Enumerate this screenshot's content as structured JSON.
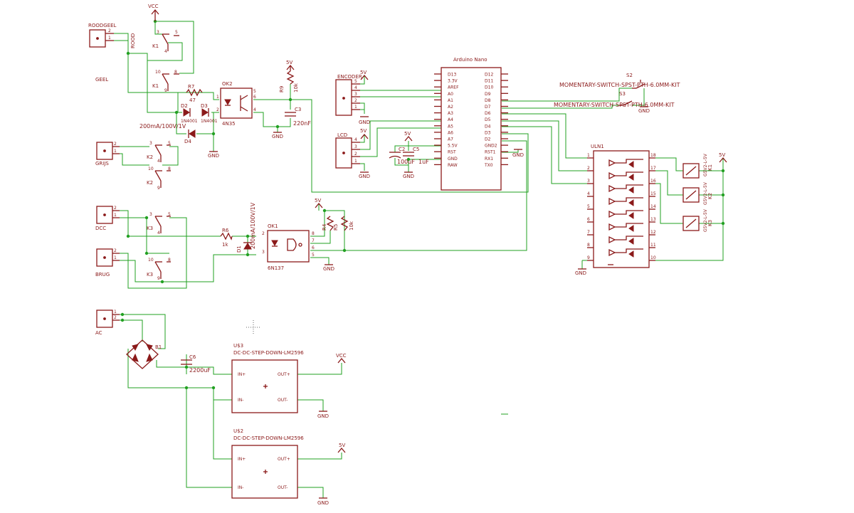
{
  "colors": {
    "part": "#8b1a1a",
    "wire": "#22a022",
    "background": "#ffffff"
  },
  "components": {
    "connectors": [
      {
        "id": "roodgeel",
        "label": "ROODGEEL",
        "pins": [
          "2",
          "1"
        ]
      },
      {
        "id": "grijs",
        "label": "GRIJS",
        "pins": [
          "2",
          "1"
        ]
      },
      {
        "id": "dcc",
        "label": "DCC",
        "pins": [
          "2",
          "1"
        ]
      },
      {
        "id": "brug",
        "label": "BRUG",
        "pins": [
          "2",
          "1"
        ]
      },
      {
        "id": "ac",
        "label": "AC",
        "pins": [
          "1",
          "2"
        ]
      }
    ],
    "net_labels": {
      "rood": "ROOD",
      "geel": "GEEL",
      "vcc": "VCC",
      "fivev": "5V",
      "gnd": "GND"
    },
    "relays": {
      "k1": "K1",
      "k2": "K2",
      "k3": "K3"
    },
    "okz": {
      "name": "OK2",
      "part": "4N35",
      "pins": [
        "1",
        "2",
        "5",
        "4",
        "6"
      ]
    },
    "ok1": {
      "name": "OK1",
      "part": "6N137",
      "pins": [
        "2",
        "3",
        "8",
        "7",
        "6",
        "5"
      ]
    },
    "r7": {
      "name": "R7",
      "value": "47"
    },
    "r6": {
      "name": "R6",
      "value": "1k"
    },
    "r9": {
      "name": "R9",
      "value": "10k"
    },
    "r4": {
      "name": "R4",
      "value": "10k"
    },
    "r5": {
      "name": "R5",
      "value": "10k"
    },
    "d2": {
      "name": "D2",
      "part": "1N4001"
    },
    "d3": {
      "name": "D3",
      "part": "1N4001"
    },
    "d4": {
      "name": "D4"
    },
    "d1": {
      "name": "D1"
    },
    "led_note_1": "200mA/100V/1V",
    "led_note_2": "200mA/100V/1V",
    "c3": {
      "name": "C3",
      "value": "220nF"
    },
    "c2": {
      "name": "C2",
      "value": "100uF"
    },
    "c5": {
      "name": "C5",
      "value": "1uF"
    },
    "c6": {
      "name": "C6",
      "value": "2200uF"
    },
    "b1": "B1",
    "encoder": {
      "label": "ENCODER",
      "pins": [
        "5",
        "4",
        "3",
        "2",
        "1"
      ]
    },
    "lcd": {
      "label": "LCD",
      "pins": [
        "4",
        "3",
        "2",
        "1"
      ]
    },
    "arduino": {
      "title": "Arduino Nano",
      "left_pins": [
        "D13",
        "3.3V",
        "AREF",
        "A0",
        "A1",
        "A2",
        "A3",
        "A4",
        "A5",
        "A6",
        "A7",
        "5.5V",
        "RST",
        "GND",
        "RAW"
      ],
      "right_pins": [
        "D12",
        "D11",
        "D10",
        "D9",
        "D8",
        "D7",
        "D6",
        "D5",
        "D4",
        "D3",
        "D2",
        "GND2",
        "RST1",
        "RX1",
        "TX0"
      ]
    },
    "switches": [
      {
        "ref": "S2",
        "part": "MOMENTARY-SWITCH-SPST-PTH-6.0MM-KIT"
      },
      {
        "ref": "S3",
        "part": "MOMENTARY-SWITCH-SPST-PTH-6.0MM-KIT"
      }
    ],
    "uln": {
      "name": "ULN1",
      "left_pins": [
        "1",
        "2",
        "3",
        "4",
        "5",
        "6",
        "7",
        "8",
        "9"
      ],
      "right_pins": [
        "18",
        "17",
        "16",
        "15",
        "14",
        "13",
        "12",
        "11",
        "10"
      ]
    },
    "relay_labels": [
      "K1",
      "K2",
      "K3"
    ],
    "relay_part": "G5V2-L-5V",
    "u3": {
      "name": "U$3",
      "part": "DC-DC-STEP-DOWN-LM2596",
      "pins": [
        "IN+",
        "IN-",
        "OUT+",
        "OUT-"
      ]
    },
    "u2": {
      "name": "U$2",
      "part": "DC-DC-STEP-DOWN-LM2596",
      "pins": [
        "IN+",
        "IN-",
        "OUT+",
        "OUT-"
      ]
    },
    "relay_pins": {
      "k1a": [
        "3",
        "5",
        "4"
      ],
      "k1b": [
        "10",
        "8",
        "9"
      ],
      "k2a": [
        "3",
        "5",
        "4"
      ],
      "k2b": [
        "10",
        "8",
        "9"
      ],
      "k3a": [
        "3",
        "5",
        "4"
      ],
      "k3b": [
        "10",
        "8",
        "9"
      ]
    }
  }
}
